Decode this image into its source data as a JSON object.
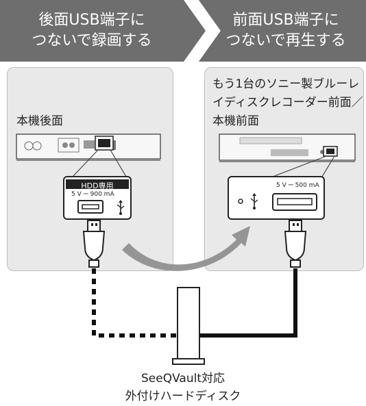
{
  "header": {
    "left_title_line1": "後面USB端子に",
    "left_title_line2": "つないで録画する",
    "right_title_line1": "前面USB端子に",
    "right_title_line2": "つないで再生する"
  },
  "left_panel": {
    "label": "本機後面",
    "port_label": "HDD専用",
    "power_spec": "5 V ⎓ 900 mA"
  },
  "right_panel": {
    "label_line1": "もう1台のソニー製ブルーレ",
    "label_line2": "イディスクレコーダー前面／",
    "label_line3": "本機前面",
    "power_spec": "5 V ⎓ 500 mA"
  },
  "device": {
    "caption_line1": "SeeQVault対応",
    "caption_line2": "外付けハードディスク"
  },
  "icons": [
    "usb-icon",
    "usb-connector-icon",
    "arrow-curve-icon",
    "hard-disk-icon"
  ]
}
